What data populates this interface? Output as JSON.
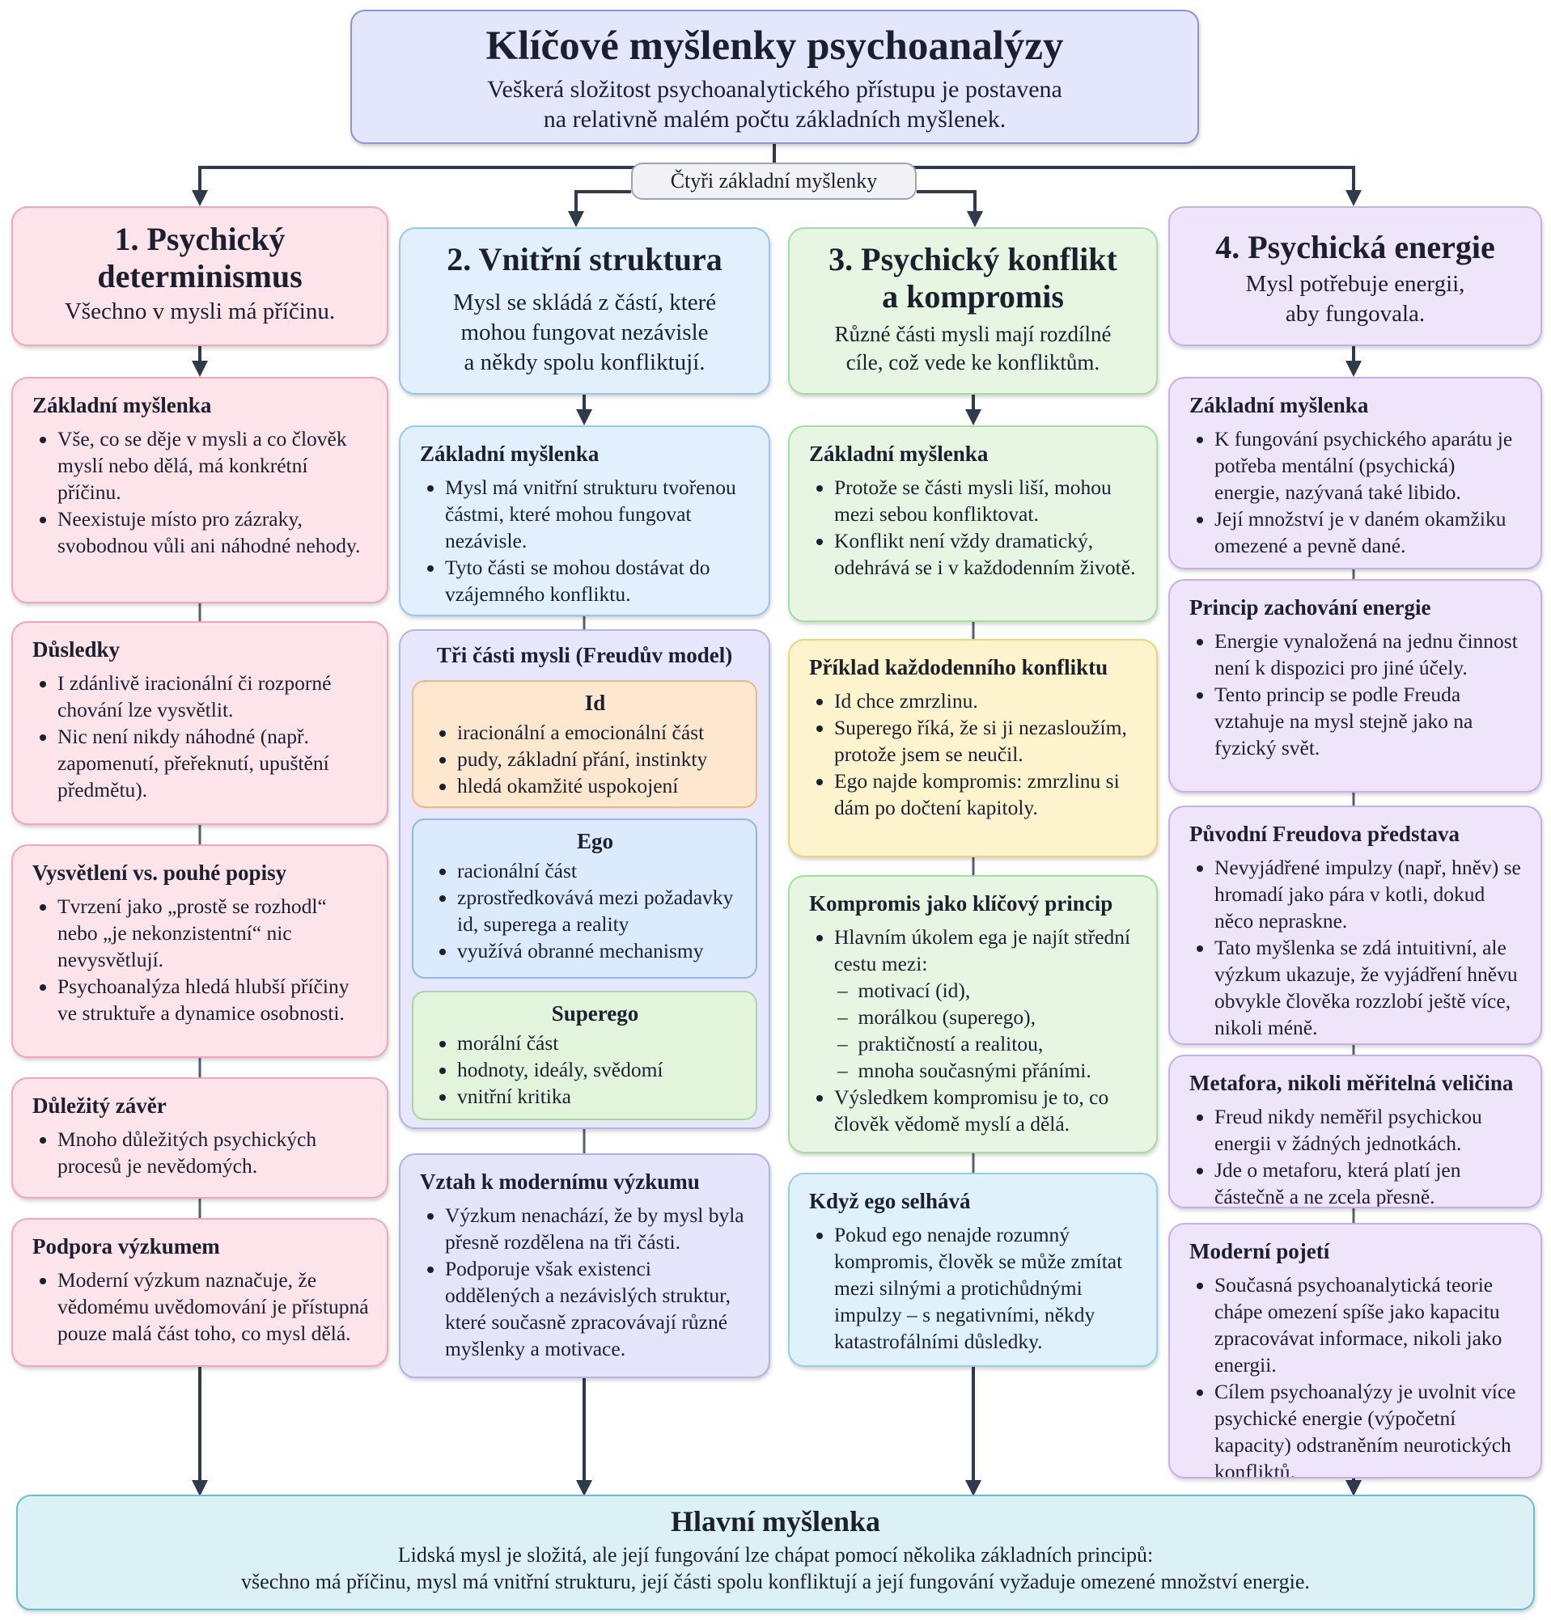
{
  "title": {
    "heading": "Klíčové myšlenky psychoanalýzy",
    "line1": "Veškerá složitost psychoanalytického přístupu je postavena",
    "line2": "na relativně malém počtu základních myšlenek."
  },
  "hub_label": "Čtyři základní myšlenky",
  "columns": [
    {
      "title_line1": "1. Psychický",
      "title_line2": "determinismus",
      "subtitle_line1": "Všechno v mysli má příčinu.",
      "cards": [
        {
          "title": "Základní myšlenka",
          "bullets": [
            "Vše, co se děje v mysli a co člověk myslí nebo dělá, má konkrétní příčinu.",
            "Neexistuje místo pro zázraky, svobodnou vůli ani náhodné nehody."
          ]
        },
        {
          "title": "Důsledky",
          "bullets": [
            "I zdánlivě iracionální či rozporné chování lze vysvětlit.",
            "Nic není nikdy náhodné (např. zapomenutí, přeřeknutí, upuštění předmětu)."
          ]
        },
        {
          "title": "Vysvětlení vs. pouhé popisy",
          "bullets": [
            "Tvrzení jako „prostě se rozhodl“ nebo „je nekonzistentní“ nic nevysvětlují.",
            "Psychoanalýza hledá hlubší příčiny ve struktuře a dynamice osobnosti."
          ]
        },
        {
          "title": "Důležitý závěr",
          "bullets": [
            "Mnoho důležitých psychických procesů je nevědomých."
          ]
        },
        {
          "title": "Podpora výzkumem",
          "bullets": [
            "Moderní výzkum naznačuje, že vědomému uvědomování je přístupná pouze malá část toho, co mysl dělá."
          ]
        }
      ]
    },
    {
      "title_line1": "2. Vnitřní struktura",
      "subtitle_line1": "Mysl se skládá z částí, které",
      "subtitle_line2": "mohou fungovat nezávisle",
      "subtitle_line3": "a někdy spolu konfliktují.",
      "cards": [
        {
          "title": "Základní myšlenka",
          "bullets": [
            "Mysl má vnitřní strukturu tvořenou částmi, které mohou fungovat nezávisle.",
            "Tyto části se mohou dostávat do vzájemného konfliktu."
          ]
        },
        {
          "title": "Tři části mysli (Freudův model)",
          "parts": [
            {
              "name": "Id",
              "bullets": [
                "iracionální a emocionální část",
                "pudy, základní přání, instinkty",
                "hledá okamžité uspokojení"
              ]
            },
            {
              "name": "Ego",
              "bullets": [
                "racionální část",
                "zprostředkovává mezi požadavky id, superega a reality",
                "využívá obranné mechanismy"
              ]
            },
            {
              "name": "Superego",
              "bullets": [
                "morální část",
                "hodnoty, ideály, svědomí",
                "vnitřní kritika"
              ]
            }
          ]
        },
        {
          "title": "Vztah k modernímu výzkumu",
          "bullets": [
            "Výzkum nenachází, že by mysl byla přesně rozdělena na tři části.",
            "Podporuje však existenci oddělených a nezávislých struktur, které současně zpracovávají různé myšlenky a motivace."
          ]
        }
      ]
    },
    {
      "title_line1": "3. Psychický konflikt",
      "title_line2": "a kompromis",
      "subtitle_line1": "Různé části mysli mají rozdílné",
      "subtitle_line2": "cíle, což vede ke konfliktům.",
      "cards": [
        {
          "title": "Základní myšlenka",
          "bullets": [
            "Protože se části mysli liší, mohou mezi sebou konfliktovat.",
            "Konflikt není vždy dramatický, odehrává se i v každodenním životě."
          ]
        },
        {
          "title": "Příklad každodenního konfliktu",
          "bullets": [
            "Id chce zmrzlinu.",
            "Superego říká, že si ji nezasloužím, protože jsem se neučil.",
            "Ego najde kompromis: zmrzlinu si dám po dočtení kapitoly."
          ]
        },
        {
          "title": "Kompromis jako klíčový princip",
          "bullet1": "Hlavním úkolem ega je najít střední cestu mezi:",
          "dashes": [
            "motivací (id),",
            "morálkou (superego),",
            "praktičností a realitou,",
            "mnoha současnými přáními."
          ],
          "bullet2": "Výsledkem kompromisu je to, co člověk vědomě myslí a dělá."
        },
        {
          "title": "Když ego selhává",
          "bullets": [
            "Pokud ego nenajde rozumný kompromis, člověk se může zmítat mezi silnými a protichůdnými impulzy – s negativními, někdy katastrofálními důsledky."
          ]
        }
      ]
    },
    {
      "title_line1": "4. Psychická energie",
      "subtitle_line1": "Mysl potřebuje energii,",
      "subtitle_line2": "aby fungovala.",
      "cards": [
        {
          "title": "Základní myšlenka",
          "bullets": [
            "K fungování psychického aparátu je potřeba mentální (psychická) energie, nazývaná také libido.",
            "Její množství je v daném okamžiku omezené a pevně dané."
          ]
        },
        {
          "title": "Princip zachování energie",
          "bullets": [
            "Energie vynaložená na jednu činnost není k dispozici pro jiné účely.",
            "Tento princip se podle Freuda vztahuje na mysl stejně jako na fyzický svět."
          ]
        },
        {
          "title": "Původní Freudova představa",
          "bullets": [
            "Nevyjádřené impulzy (např, hněv) se hromadí jako pára v kotli, dokud něco nepraskne.",
            "Tato myšlenka se zdá intuitivní, ale výzkum ukazuje, že vyjádření hněvu obvykle člověka rozzlobí ještě více, nikoli méně."
          ]
        },
        {
          "title": "Metafora, nikoli měřitelná veličina",
          "bullets": [
            "Freud nikdy neměřil psychickou energii v žádných jednotkách.",
            "Jde o metaforu, která platí jen částečně a ne zcela přesně."
          ]
        },
        {
          "title": "Moderní pojetí",
          "bullets": [
            "Současná psychoanalytická teorie chápe omezení spíše jako kapacitu zpracovávat informace, nikoli jako energii.",
            "Cílem psychoanalýzy je uvolnit více psychické energie (výpočetní kapacity) odstraněním neurotických konfliktů."
          ]
        }
      ]
    }
  ],
  "bottom": {
    "title": "Hlavní myšlenka",
    "line1": "Lidská mysl je složitá, ale její fungování lze chápat pomocí několika základních principů:",
    "line2": "všechno má příčinu, mysl má vnitřní strukturu, její části spolu konfliktují a její fungování vyžaduje omezené množství energie."
  }
}
